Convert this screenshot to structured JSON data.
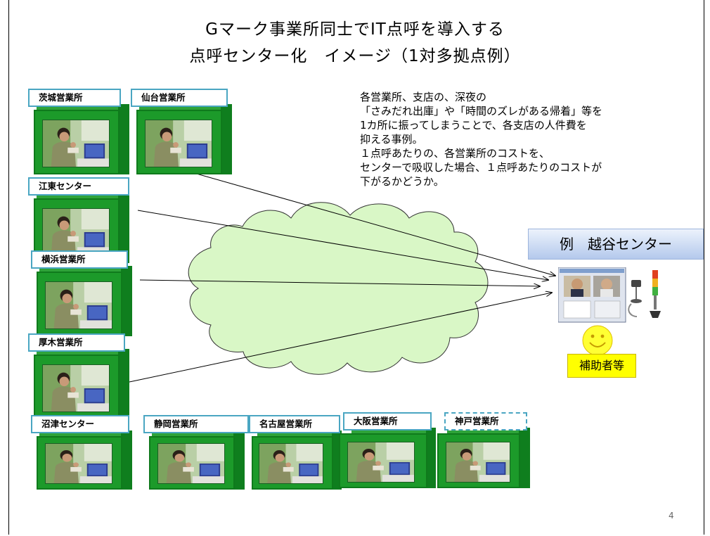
{
  "title": {
    "line1": "Gマーク事業所同士でIT点呼を導入する",
    "line2": "点呼センター化　イメージ（1対多拠点例）"
  },
  "description": [
    "各営業所、支店の、深夜の",
    "「さみだれ出庫」や「時間のズレがある帰着」等を",
    "1カ所に振ってしまうことで、各支店の人件費を",
    "抑える事例。",
    "１点呼あたりの、各営業所のコストを、",
    "センターで吸収した場合、１点呼あたりのコストが",
    "下がるかどうか。"
  ],
  "offices": [
    {
      "label": "茨城営業所"
    },
    {
      "label": "仙台営業所"
    },
    {
      "label": "江東センター"
    },
    {
      "label": "横浜営業所"
    },
    {
      "label": "厚木営業所"
    },
    {
      "label": "沼津センター"
    },
    {
      "label": "静岡営業所"
    },
    {
      "label": "名古屋営業所"
    },
    {
      "label": "大阪営業所"
    },
    {
      "label": "神戸営業所"
    }
  ],
  "center": {
    "label": "例　越谷センター",
    "assistant_label": "補助者等"
  },
  "page_number": "4",
  "colors": {
    "box_green": "#1c9a2a",
    "label_border": "#4aa6c2",
    "cloud_fill": "#d9f7c6",
    "center_header": "#b4c9ec",
    "assistant_fill": "#ffff00"
  }
}
